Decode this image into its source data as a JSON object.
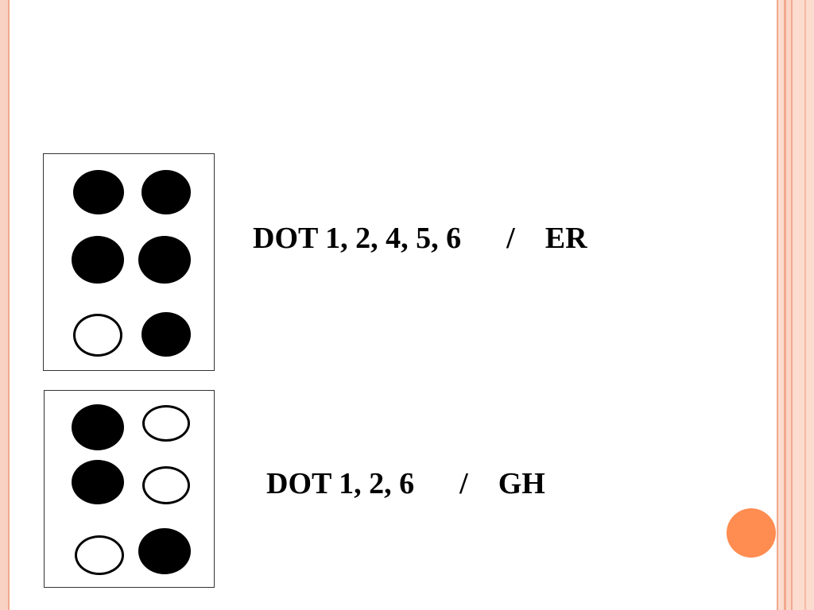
{
  "theme": {
    "accent": "#ff8c50",
    "border_light": "#fcdcce",
    "border_dark": "#f2a98f"
  },
  "cells": [
    {
      "caption": "DOT 1, 2, 4, 5, 6      /    ER",
      "raised_dots": [
        1,
        2,
        4,
        5,
        6
      ]
    },
    {
      "caption": "DOT 1, 2, 6      /    GH",
      "raised_dots": [
        1,
        2,
        6
      ]
    }
  ]
}
